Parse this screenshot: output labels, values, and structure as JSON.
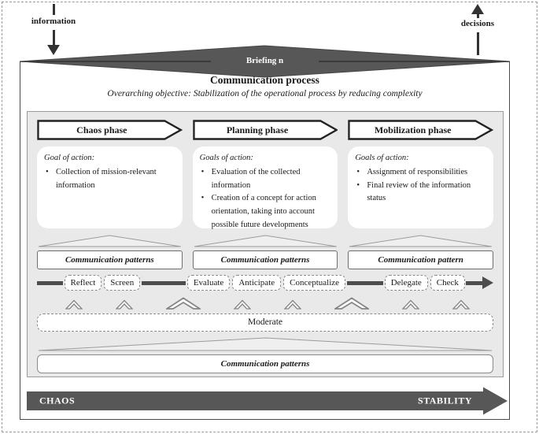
{
  "top": {
    "information_label": "information",
    "decisions_label": "decisions",
    "briefing_label": "Briefing n"
  },
  "header": {
    "title": "Communication process",
    "subtitle": "Overarching objective: Stabilization of the operational process by reducing complexity"
  },
  "phases": [
    {
      "header": "Chaos phase",
      "goal_title": "Goal of action:",
      "bullets": [
        "Collection of mission-relevant information"
      ],
      "patterns_label": "Communication patterns"
    },
    {
      "header": "Planning phase",
      "goal_title": "Goals of action:",
      "bullets": [
        "Evaluation of the collected information",
        "Creation of a concept for action orientation, taking into account possible future developments"
      ],
      "patterns_label": "Communication patterns"
    },
    {
      "header": "Mobilization phase",
      "goal_title": "Goals of action:",
      "bullets": [
        "Assignment of responsibilities",
        "Final review of the information status"
      ],
      "patterns_label": "Communication pattern"
    }
  ],
  "flow": {
    "actions": [
      "Reflect",
      "Screen",
      "Evaluate",
      "Anticipate",
      "Conceptualize",
      "Delegate",
      "Check"
    ],
    "moderate_label": "Moderate",
    "bottom_patterns_label": "Communication patterns"
  },
  "footer": {
    "left_label": "CHAOS",
    "right_label": "STABILITY"
  },
  "colors": {
    "dark_shape": "#575757",
    "panel_bg": "#e9e9e9"
  }
}
